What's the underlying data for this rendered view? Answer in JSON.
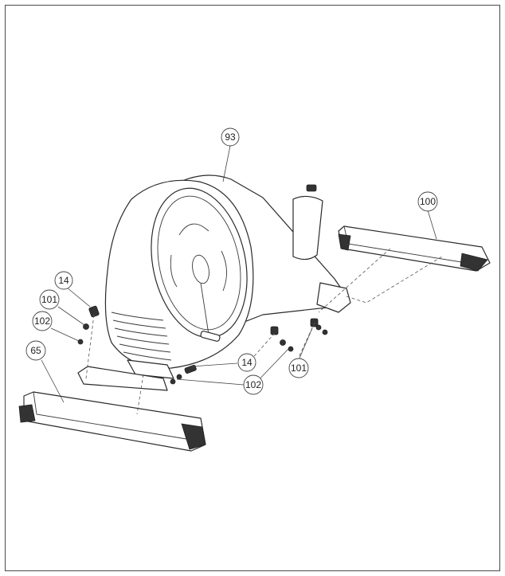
{
  "callouts": [
    {
      "id": "c93",
      "label": "93"
    },
    {
      "id": "c100",
      "label": "100"
    },
    {
      "id": "c14a",
      "label": "14"
    },
    {
      "id": "c101a",
      "label": "101"
    },
    {
      "id": "c102a",
      "label": "102"
    },
    {
      "id": "c65",
      "label": "65"
    },
    {
      "id": "c14b",
      "label": "14"
    },
    {
      "id": "c101b",
      "label": "101"
    },
    {
      "id": "c102b",
      "label": "102"
    }
  ]
}
